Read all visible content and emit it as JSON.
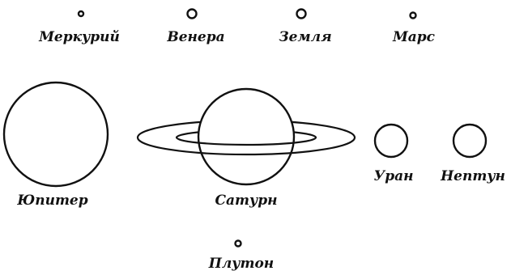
{
  "planets": {
    "mercury": "Меркурий",
    "venus": "Венера",
    "earth": "Земля",
    "mars": "Марс",
    "jupiter": "Юпитер",
    "saturn": "Сатурн",
    "uranus": "Уран",
    "neptune": "Нептун",
    "pluto": "Плутон"
  },
  "colors": {
    "stroke": "#111111",
    "background": "#ffffff"
  }
}
